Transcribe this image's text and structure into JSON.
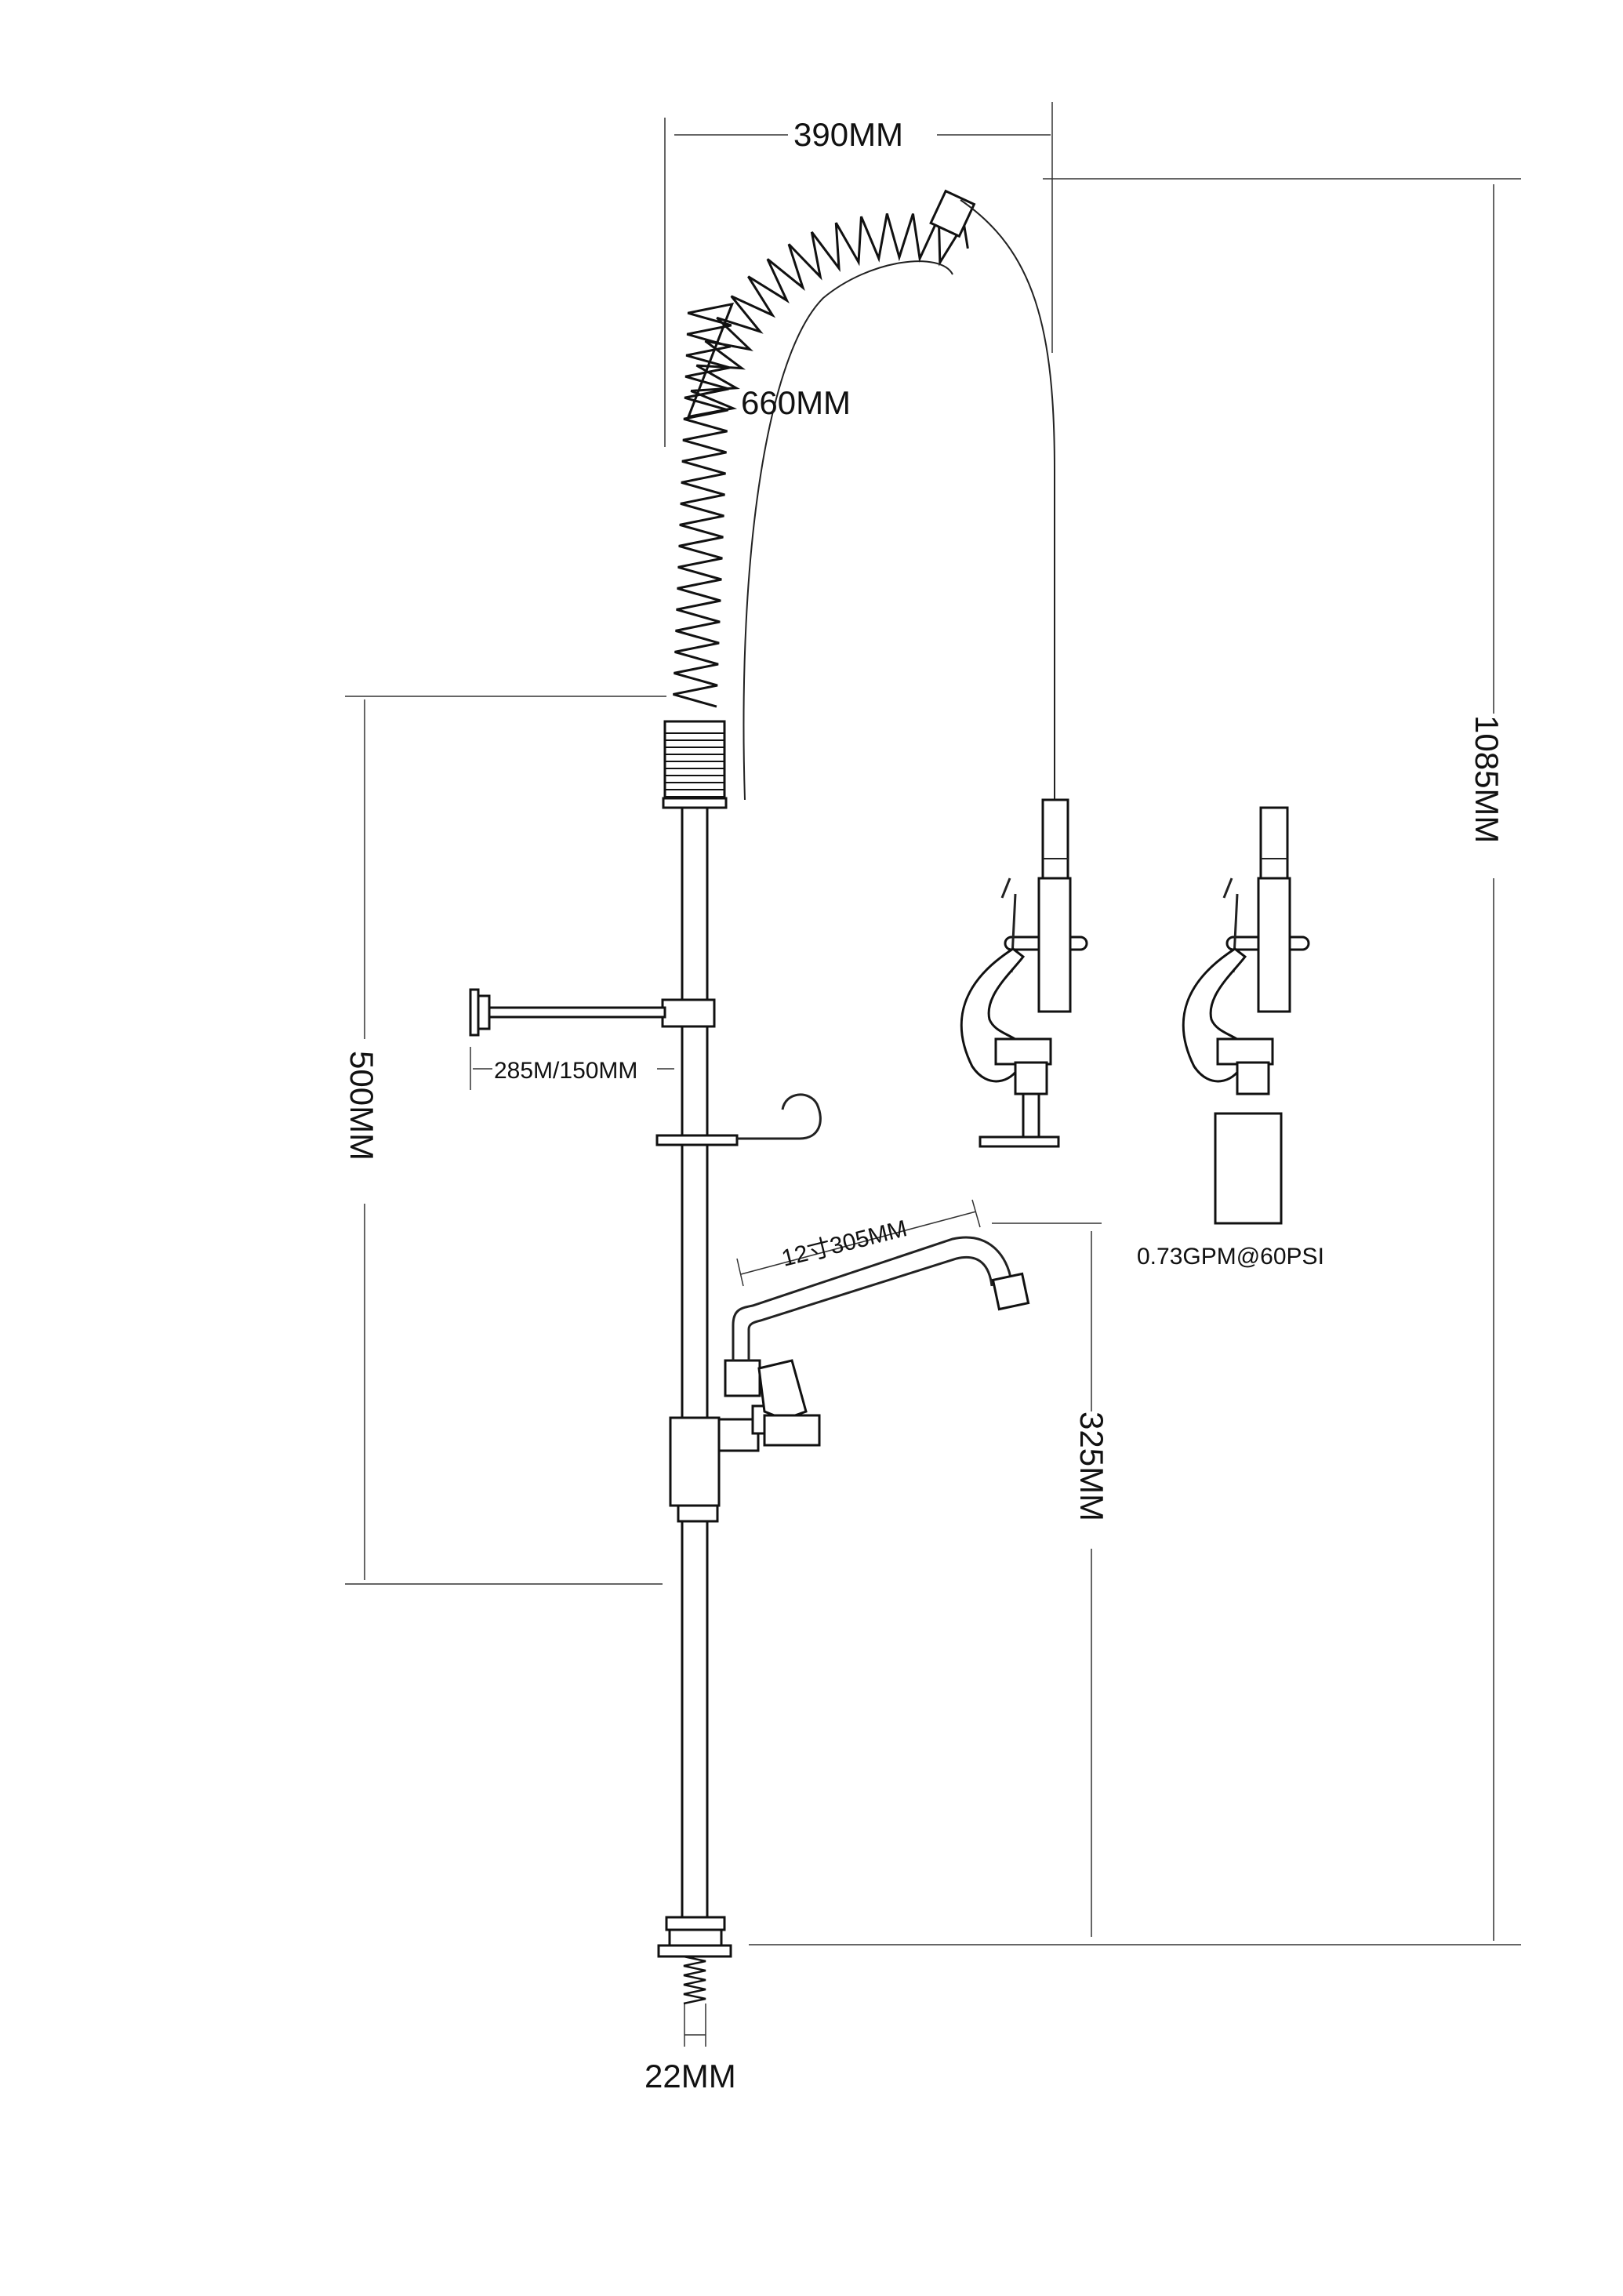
{
  "dimensions": {
    "width_top": "390MM",
    "hose_length": "660MM",
    "total_height": "1085MM",
    "column_height": "500MM",
    "bracket_length": "285M/150MM",
    "spout_length": "12寸305MM",
    "faucet_height": "325MM",
    "thread_diameter": "22MM"
  },
  "spray_valve": {
    "flow_rate": "0.73GPM@60PSI"
  }
}
